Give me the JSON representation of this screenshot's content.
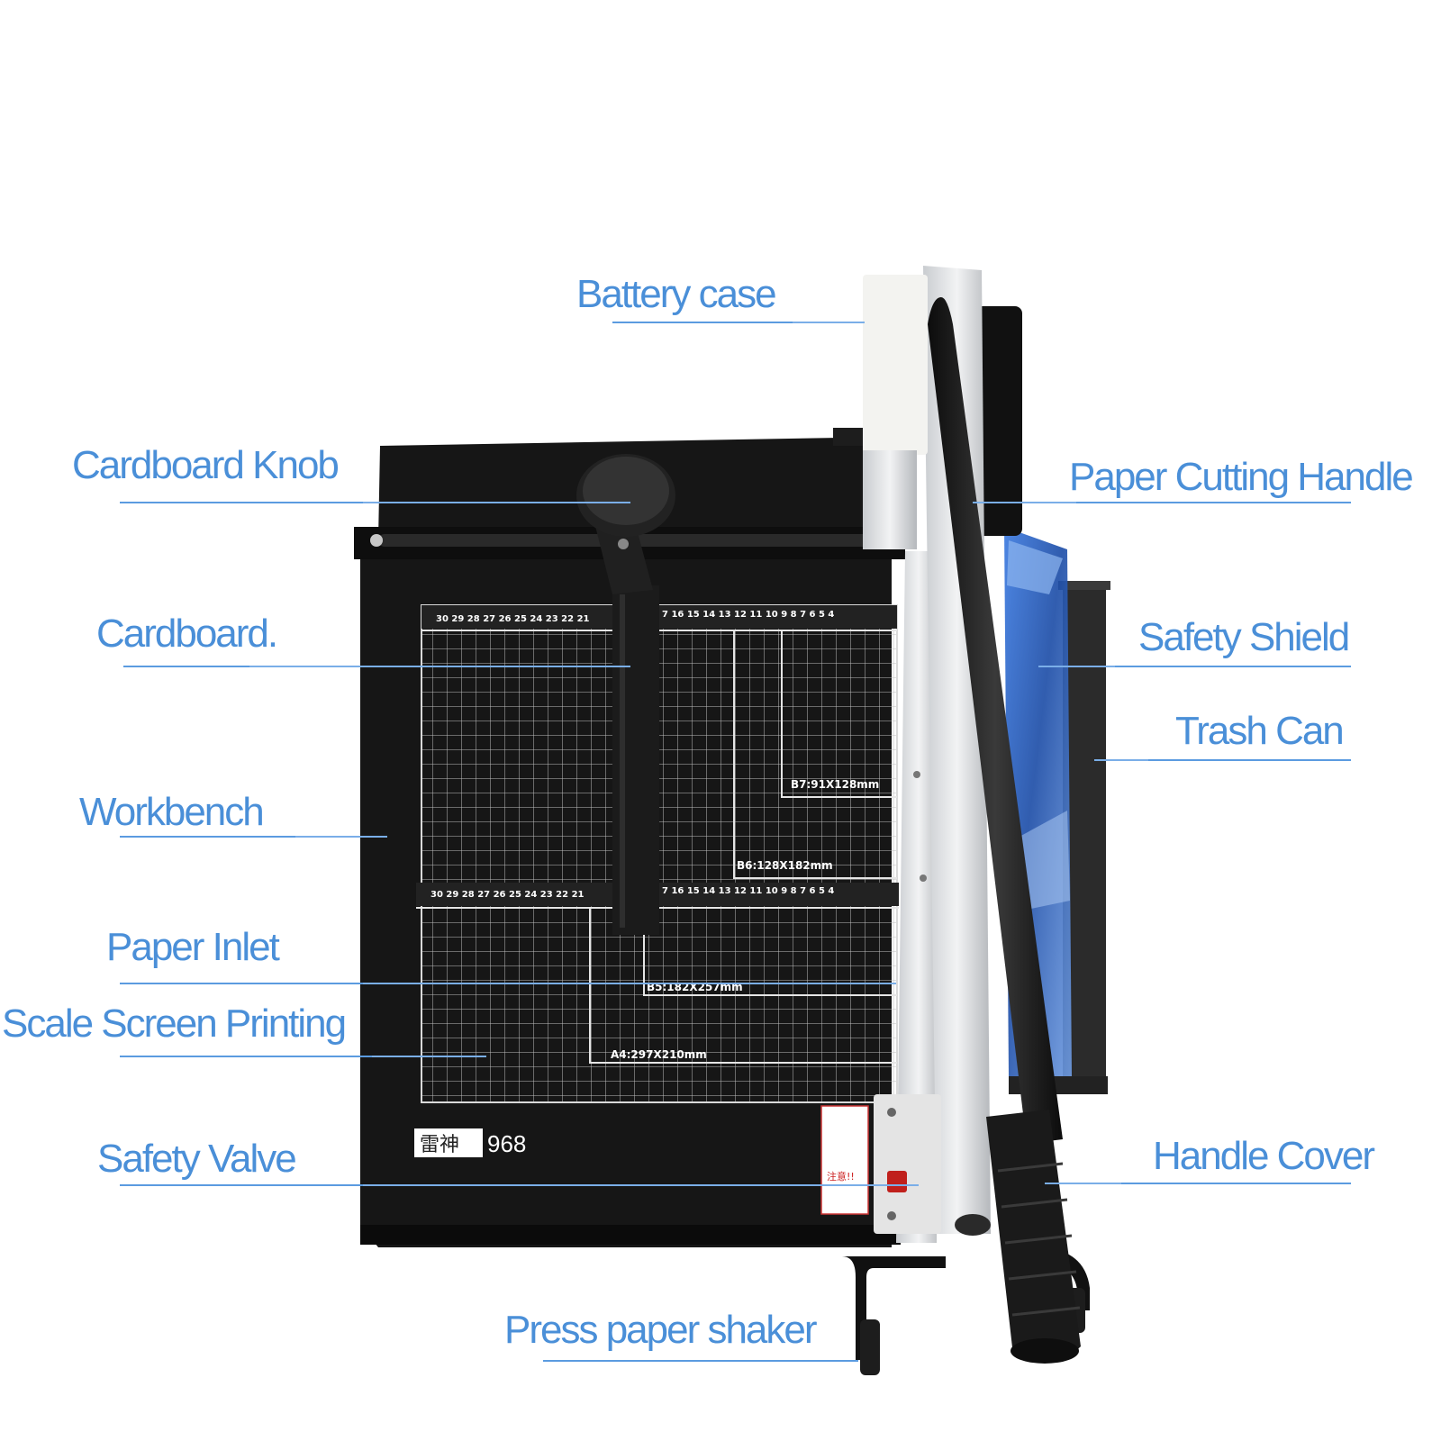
{
  "labels": {
    "battery_case": "Battery case",
    "cardboard_knob": "Cardboard Knob",
    "paper_cutting_handle": "Paper Cutting Handle",
    "cardboard": "Cardboard.",
    "safety_shield": "Safety Shield",
    "trash_can": "Trash Can",
    "workbench": "Workbench",
    "paper_inlet": "Paper Inlet",
    "scale_screen_printing": "Scale Screen Printing",
    "safety_valve": "Safety Valve",
    "handle_cover": "Handle Cover",
    "press_paper_shaker": "Press paper shaker"
  },
  "device": {
    "brand_chars": "雷神",
    "model": "968",
    "ruler_top": "30 29 28 27 26 25 24 23 22 21",
    "ruler_right": "7 16 15 14 13 12 11 10 9 8 7 6 5 4",
    "size_b7": "B7:91X128mm",
    "size_b6": "B6:128X182mm",
    "size_b5": "B5:182X257mm",
    "size_a4": "A4:297X210mm",
    "warning": "注意!!"
  },
  "colors": {
    "label": "#4a8fd8",
    "body": "#161616",
    "shield": "#2f66c9"
  }
}
